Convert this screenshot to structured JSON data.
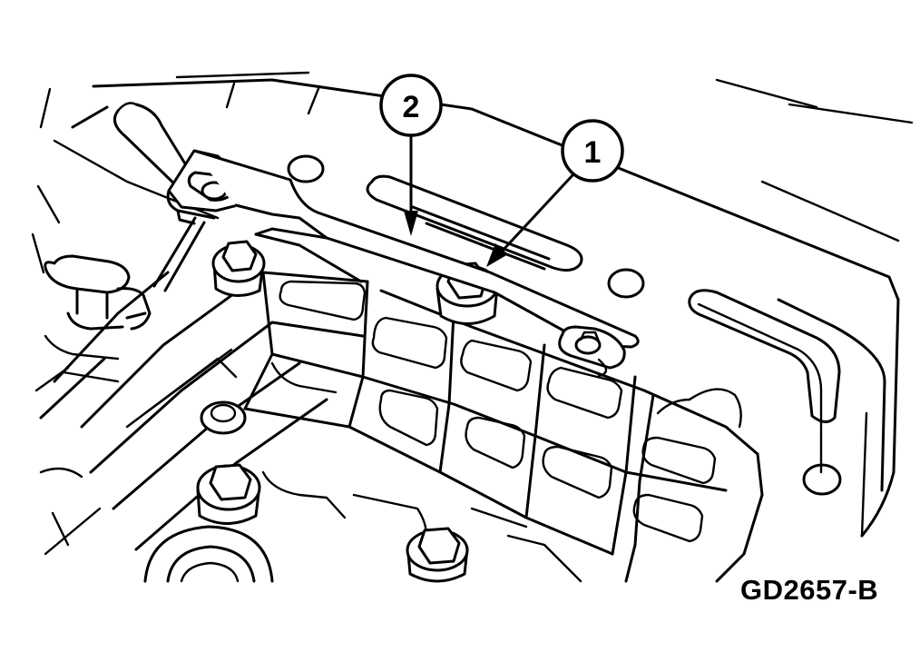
{
  "figure": {
    "id": "GD2657-B",
    "callouts": [
      {
        "number": "1",
        "label": ""
      },
      {
        "number": "2",
        "label": ""
      }
    ]
  },
  "colors": {
    "line": "#000000",
    "background": "#ffffff"
  }
}
